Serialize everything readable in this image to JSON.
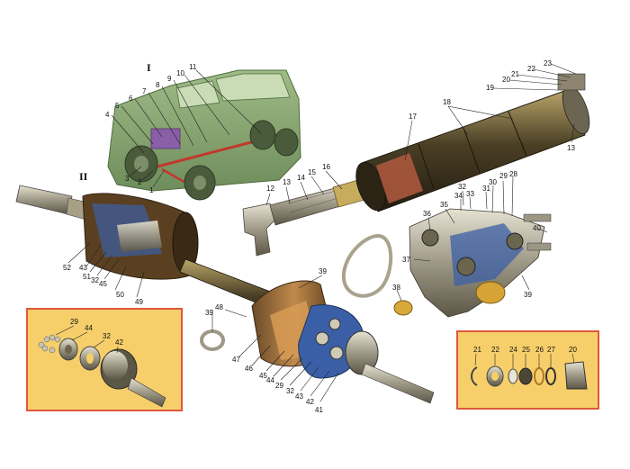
{
  "section_marks": {
    "one": "I",
    "two": "II"
  },
  "vehicle_labels": [
    "1",
    "2",
    "3",
    "4",
    "5",
    "6",
    "7",
    "8",
    "9",
    "10",
    "11"
  ],
  "rear_shaft_labels": {
    "l12": "12",
    "l13a": "13",
    "l14": "14",
    "l15": "15",
    "l16": "16",
    "l17": "17",
    "l18": "18",
    "l19": "19",
    "l20": "20",
    "l21": "21",
    "l22": "22",
    "l23": "23",
    "l13b": "13"
  },
  "cross_joint_labels": {
    "l32": "32",
    "l33": "33",
    "l34": "34",
    "l30": "30",
    "l31": "31",
    "l29": "29",
    "l28": "28",
    "l36": "36",
    "l35": "35",
    "l37": "37",
    "l38": "38",
    "l39a": "39",
    "l40": "40"
  },
  "front_shaft_labels": {
    "l52": "52",
    "l43": "43",
    "l51": "51",
    "l32": "32",
    "l45": "45",
    "l50": "50",
    "l49": "49",
    "l39a": "39",
    "l48": "48",
    "l39b": "39",
    "l47": "47",
    "l46": "46",
    "l45b": "45",
    "l44": "44",
    "l29": "29",
    "l32b": "32",
    "l43b": "43",
    "l42": "42",
    "l41": "41"
  },
  "inset_cv_labels": {
    "l29": "29",
    "l44": "44",
    "l32": "32",
    "l42": "42"
  },
  "inset_bearing_labels": {
    "l21": "21",
    "l22": "22",
    "l24": "24",
    "l25": "25",
    "l26": "26",
    "l27": "27",
    "l20": "20"
  },
  "colors": {
    "car_green": "#7f9e6a",
    "shaft_dark": "#3b3320",
    "inset_bg": "#f6cf6b",
    "inset_border": "#e0573a",
    "boot_cutaway": "#d79b55",
    "joint_blue": "#3b5fa6"
  }
}
